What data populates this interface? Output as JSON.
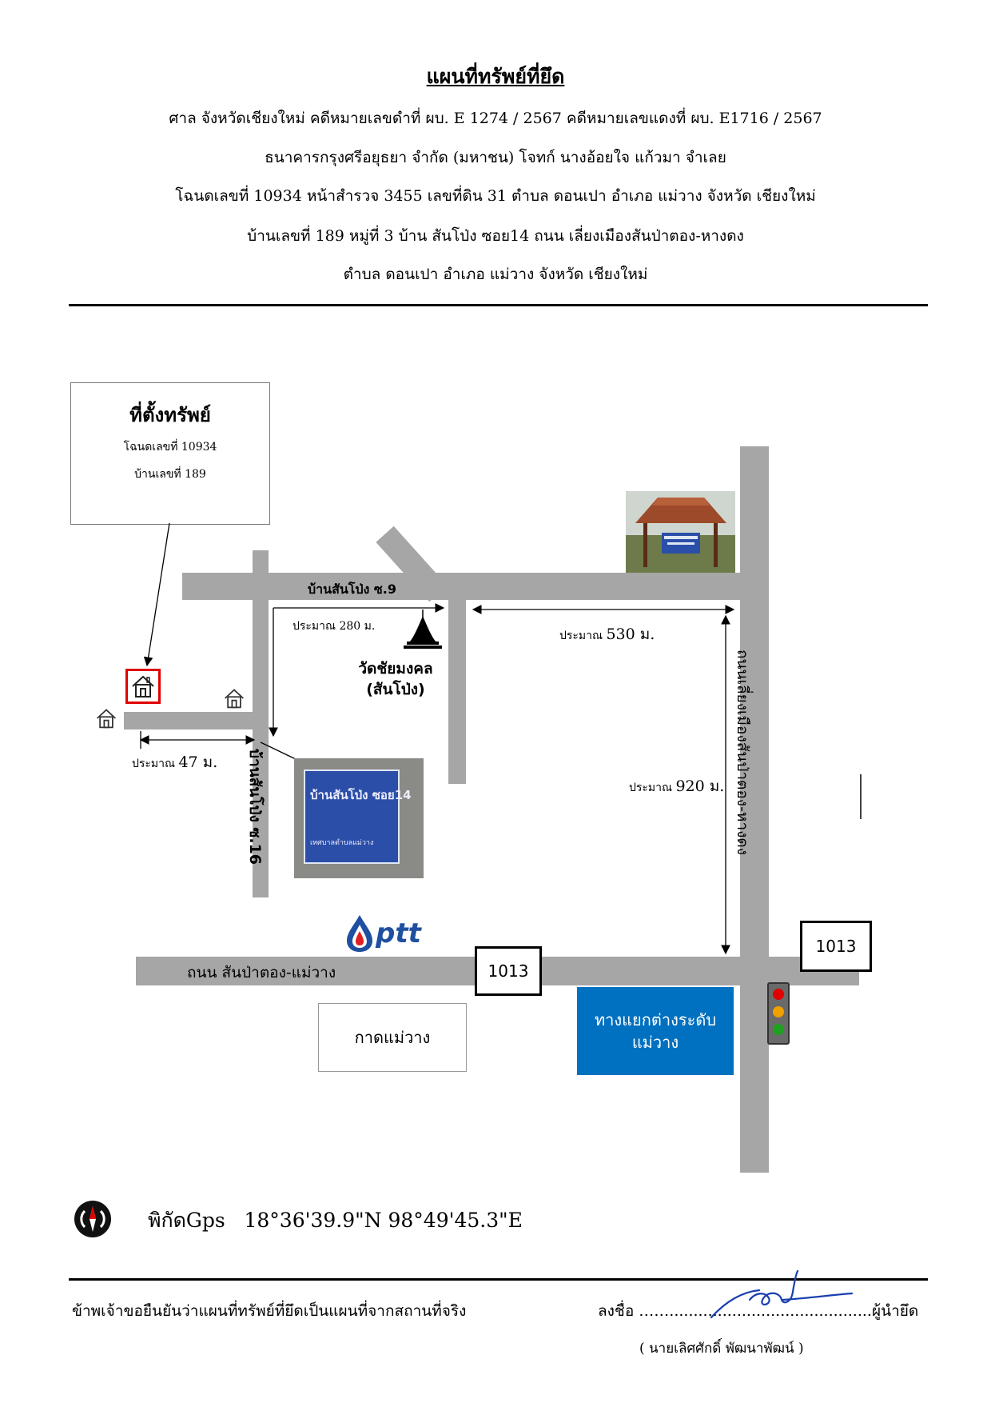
{
  "header": {
    "title": "แผนที่ทรัพย์ที่ยึด",
    "line1": "ศาล จังหวัดเชียงใหม่    คดีหมายเลขดำที่ ผบ. E 1274 / 2567     คดีหมายเลขแดงที่ ผบ. E1716 / 2567",
    "line2": "ธนาคารกรุงศรีอยุธยา จำกัด (มหาชน)   โจทก์          นางอ้อยใจ แก้วมา   จำเลย",
    "line3": "โฉนดเลขที่ 10934  หน้าสำรวจ  3455  เลขที่ดิน  31    ตำบล ดอนเปา อำเภอ แม่วาง จังหวัด เชียงใหม่",
    "line4": "บ้านเลขที่ 189  หมู่ที่ 3 บ้าน สันโป่ง ซอย14 ถนน เลี่ยงเมืองสันป่าตอง-หางดง",
    "line5": "ตำบล ดอนเปา อำเภอ แม่วาง จังหวัด เชียงใหม่"
  },
  "location_box": {
    "title": "ที่ตั้งทรัพย์",
    "deed": "โฉนดเลขที่ 10934",
    "house": "บ้านเลขที่  189"
  },
  "map": {
    "road_soi9": "บ้านสันโป่ง ซ.9",
    "road_soi16": "บ้านสันโป่ง ซ.16",
    "road_bypass": "ถนนเลี่ยงเมืองสันป่าตอง-หางดง",
    "road_main": "ถนน สันป่าตอง-แม่วาง",
    "temple_line1": "วัดชัยมงคล",
    "temple_line2": "(สันโป่ง)",
    "approx": "ประมาณ",
    "dist_280": "280  ม.",
    "dist_530": "530 ม.",
    "dist_47": "47 ม.",
    "dist_920": "920 ม.",
    "route_1013_a": "1013",
    "route_1013_b": "1013",
    "kad_mae_wang": "กาดแม่วาง",
    "interchange_line1": "ทางแยกต่างระดับ",
    "interchange_line2": "แม่วาง",
    "ptt_logo": "ptt",
    "sign_text_line1": "บ้านสันโป่ง ซอย14",
    "sign_text_line2": "เทศบาลตำบลแม่วาง"
  },
  "gps": {
    "label": "พิกัดGps",
    "value": "18°36'39.9\"N 98°49'45.3\"E"
  },
  "footer": {
    "statement": "ข้าพเจ้าขอยืนยันว่าแผนที่ทรัพย์ที่ยึดเป็นแผนที่จากสถานที่จริง",
    "sign_label": "ลงชื่อ",
    "sign_dots": "……..........................................",
    "signer_role": "ผู้นำยึด",
    "signer_name": "( นายเลิศศักดิ์ พัฒนาพัฒน์ )"
  },
  "colors": {
    "road": "#a6a6a6",
    "property_marker": "#e00000",
    "interchange_box": "#0070c0",
    "sign_blue": "#2b4fa8"
  }
}
